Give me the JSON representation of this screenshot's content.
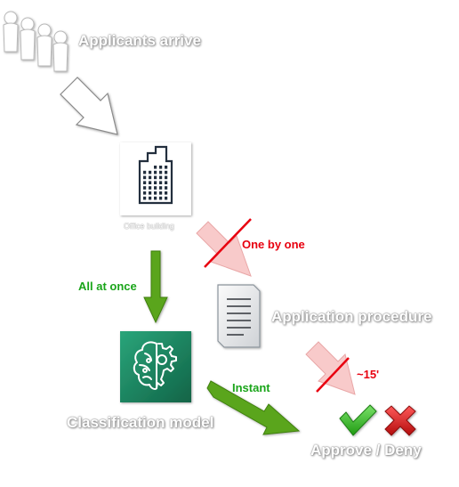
{
  "title": "Applicants arrive",
  "office": {
    "label": "Office building"
  },
  "procedure": {
    "label": "Application procedure"
  },
  "model": {
    "label": "Classification model"
  },
  "outcome": {
    "label": "Approve / Deny"
  },
  "edges": {
    "one_by_one": "One by one",
    "all_at_once": "All at once",
    "wait_time": "~15'",
    "instant": "Instant"
  },
  "icons": {
    "people": "people-group-icon",
    "building": "office-building-icon",
    "document": "document-icon",
    "brain": "brain-gear-icon",
    "approve": "check-icon",
    "deny": "cross-icon"
  },
  "colors": {
    "slow_arrow": "#f5c2c2",
    "fast_arrow": "#5aa51e",
    "strike": "#e8000f",
    "model_tile": "#1b7a5a",
    "approve": "#33bb22",
    "deny": "#d71a1a"
  }
}
